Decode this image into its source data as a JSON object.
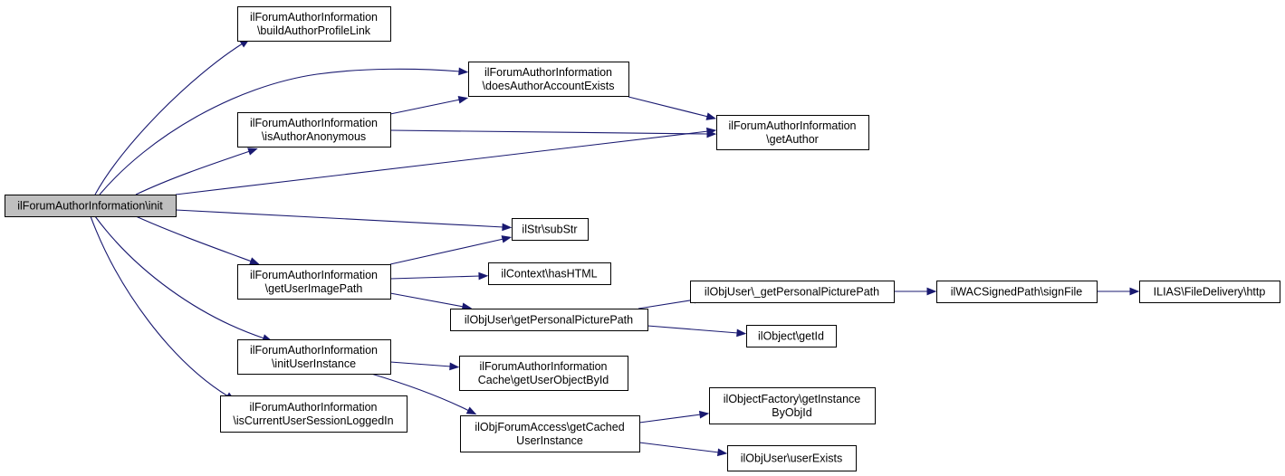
{
  "colors": {
    "edge": "#191970",
    "root_fill": "#bfbfbf",
    "node_fill": "#ffffff",
    "border": "#000000"
  },
  "nodes": {
    "init": {
      "lines": [
        "ilForumAuthorInformation\\init"
      ],
      "root": true
    },
    "buildAuthorProfileLink": {
      "lines": [
        "ilForumAuthorInformation",
        "\\buildAuthorProfileLink"
      ]
    },
    "doesAuthorAccountExists": {
      "lines": [
        "ilForumAuthorInformation",
        "\\doesAuthorAccountExists"
      ]
    },
    "isAuthorAnonymous": {
      "lines": [
        "ilForumAuthorInformation",
        "\\isAuthorAnonymous"
      ]
    },
    "getAuthor": {
      "lines": [
        "ilForumAuthorInformation",
        "\\getAuthor"
      ]
    },
    "subStr": {
      "lines": [
        "ilStr\\subStr"
      ]
    },
    "getUserImagePath": {
      "lines": [
        "ilForumAuthorInformation",
        "\\getUserImagePath"
      ]
    },
    "hasHTML": {
      "lines": [
        "ilContext\\hasHTML"
      ]
    },
    "getPersonalPicturePathPrivate": {
      "lines": [
        "ilObjUser\\_getPersonalPicturePath"
      ]
    },
    "signFile": {
      "lines": [
        "ilWACSignedPath\\signFile"
      ]
    },
    "http": {
      "lines": [
        "ILIAS\\FileDelivery\\http"
      ]
    },
    "getPersonalPicturePath": {
      "lines": [
        "ilObjUser\\getPersonalPicturePath"
      ]
    },
    "getId": {
      "lines": [
        "ilObject\\getId"
      ]
    },
    "initUserInstance": {
      "lines": [
        "ilForumAuthorInformation",
        "\\initUserInstance"
      ]
    },
    "getUserObjectById": {
      "lines": [
        "ilForumAuthorInformation",
        "Cache\\getUserObjectById"
      ]
    },
    "isCurrentUserSessionLoggedIn": {
      "lines": [
        "ilForumAuthorInformation",
        "\\isCurrentUserSessionLoggedIn"
      ]
    },
    "getInstanceByObjId": {
      "lines": [
        "ilObjectFactory\\getInstance",
        "ByObjId"
      ]
    },
    "getCachedUserInstance": {
      "lines": [
        "ilObjForumAccess\\getCached",
        "UserInstance"
      ]
    },
    "userExists": {
      "lines": [
        "ilObjUser\\userExists"
      ]
    }
  },
  "edges": [
    {
      "from": "init",
      "to": "buildAuthorProfileLink"
    },
    {
      "from": "init",
      "to": "doesAuthorAccountExists"
    },
    {
      "from": "init",
      "to": "isAuthorAnonymous"
    },
    {
      "from": "init",
      "to": "getAuthor"
    },
    {
      "from": "init",
      "to": "subStr"
    },
    {
      "from": "init",
      "to": "getUserImagePath"
    },
    {
      "from": "init",
      "to": "initUserInstance"
    },
    {
      "from": "init",
      "to": "isCurrentUserSessionLoggedIn"
    },
    {
      "from": "isAuthorAnonymous",
      "to": "doesAuthorAccountExists"
    },
    {
      "from": "isAuthorAnonymous",
      "to": "getAuthor"
    },
    {
      "from": "doesAuthorAccountExists",
      "to": "getAuthor"
    },
    {
      "from": "getUserImagePath",
      "to": "subStr"
    },
    {
      "from": "getUserImagePath",
      "to": "hasHTML"
    },
    {
      "from": "getUserImagePath",
      "to": "getPersonalPicturePath"
    },
    {
      "from": "getPersonalPicturePath",
      "to": "getPersonalPicturePathPrivate"
    },
    {
      "from": "getPersonalPicturePath",
      "to": "getId"
    },
    {
      "from": "getPersonalPicturePathPrivate",
      "to": "signFile"
    },
    {
      "from": "signFile",
      "to": "http"
    },
    {
      "from": "initUserInstance",
      "to": "getUserObjectById"
    },
    {
      "from": "initUserInstance",
      "to": "getCachedUserInstance"
    },
    {
      "from": "getCachedUserInstance",
      "to": "getInstanceByObjId"
    },
    {
      "from": "getCachedUserInstance",
      "to": "userExists"
    }
  ]
}
